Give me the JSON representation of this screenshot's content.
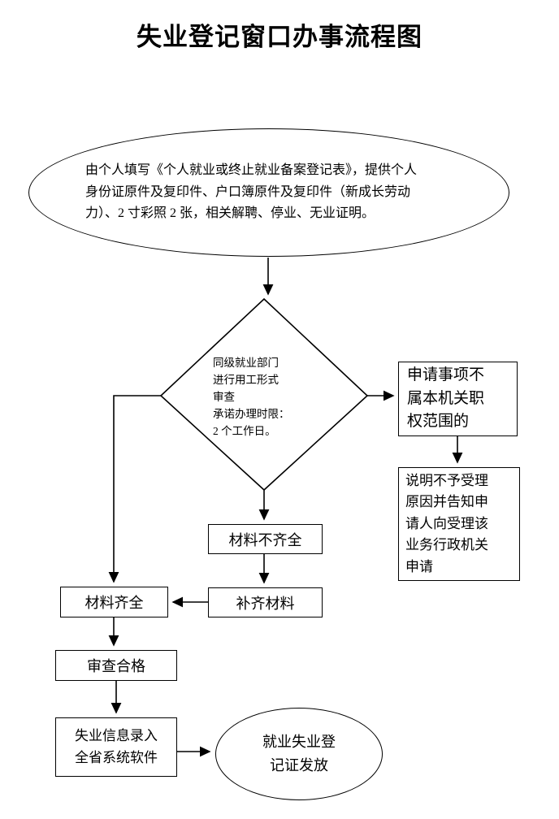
{
  "title": "失业登记窗口办事流程图",
  "nodes": {
    "start": {
      "text": "由个人填写《个人就业或终止就业备案登记表》，提供个人\n身份证原件及复印件、户口簿原件及复印件（新成长劳动\n力）、2 寸彩照 2 张，相关解聘、停业、无业证明。"
    },
    "decision": {
      "text": "同级就业部门\n进行用工形式\n审查\n承诺办理时限：\n2 个工作日。"
    },
    "not_in_scope": {
      "text": "申请事项不\n属本机关职\n权范围的"
    },
    "explain_rejection": {
      "text": "说明不予受理\n原因并告知申\n请人向受理该\n业务行政机关\n申请"
    },
    "materials_incomplete": {
      "text": "材料不齐全"
    },
    "supplement_materials": {
      "text": "补齐材料"
    },
    "materials_complete": {
      "text": "材料齐全"
    },
    "review_passed": {
      "text": "审查合格"
    },
    "info_entry": {
      "text": "失业信息录入\n全省系统软件"
    },
    "end": {
      "text": "就业失业登\n记证发放"
    }
  },
  "colors": {
    "line": "#000000",
    "background": "#ffffff"
  }
}
